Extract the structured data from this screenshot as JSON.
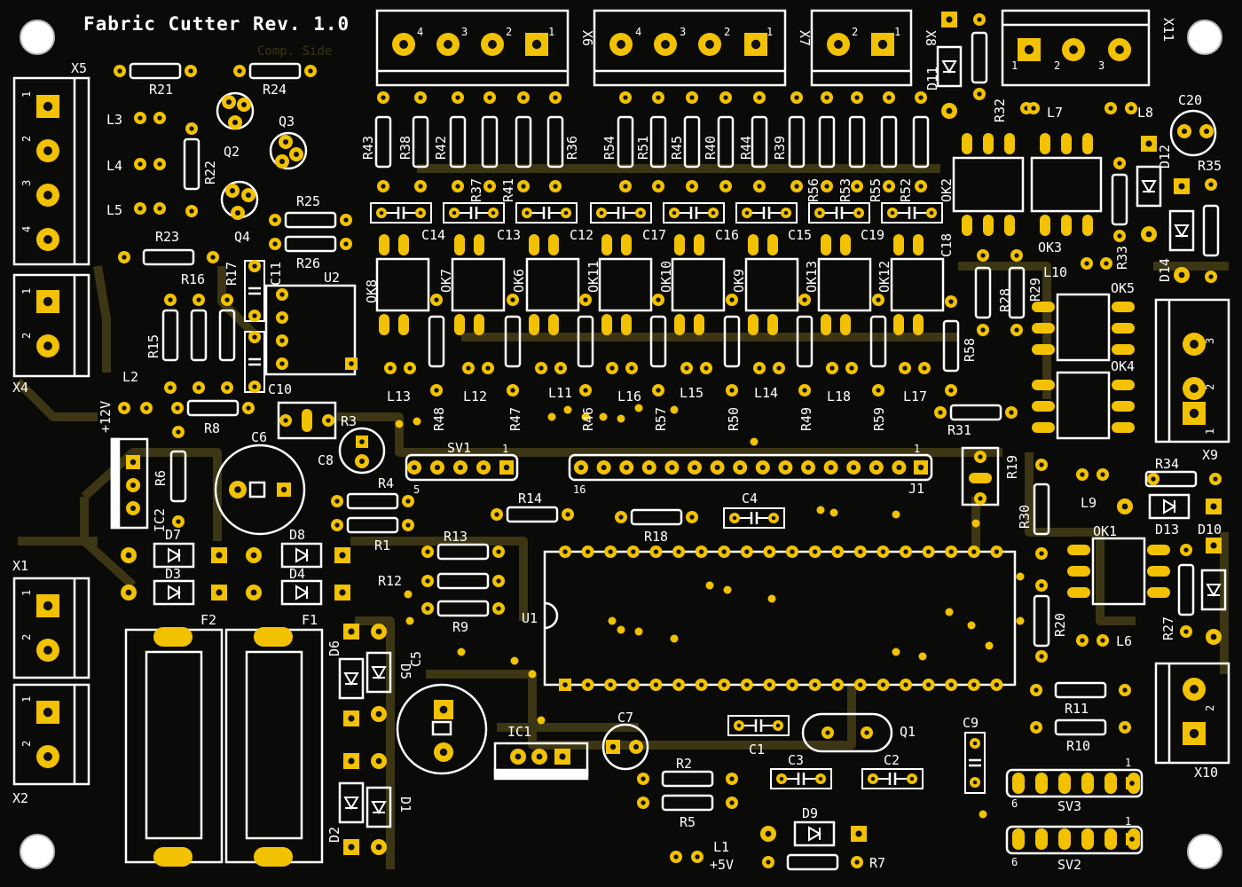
{
  "board": {
    "title": "Fabric Cutter Rev. 1.0",
    "subtitle": "Comp. Side",
    "colors": {
      "substrate": "#0a0a08",
      "copper": "#3c3614",
      "pad": "#f2c200",
      "silk": "#ffffff",
      "hole": "#111111"
    }
  },
  "labels": {
    "X1": "X1",
    "X2": "X2",
    "X4": "X4",
    "X5": "X5",
    "X6": "X6",
    "X7": "X7",
    "X8": "X8",
    "X9": "X9",
    "X10": "X10",
    "X11": "X11",
    "R1": "R1",
    "R2": "R2",
    "R3": "R3",
    "R4": "R4",
    "R5": "R5",
    "R6": "R6",
    "R7": "R7",
    "R8": "R8",
    "R9": "R9",
    "R10": "R10",
    "R11": "R11",
    "R12": "R12",
    "R13": "R13",
    "R14": "R14",
    "R15": "R15",
    "R16": "R16",
    "R17": "R17",
    "R18": "R18",
    "R19": "R19",
    "R20": "R20",
    "R21": "R21",
    "R22": "R22",
    "R23": "R23",
    "R24": "R24",
    "R25": "R25",
    "R26": "R26",
    "R27": "R27",
    "R28": "R28",
    "R29": "R29",
    "R30": "R30",
    "R31": "R31",
    "R32": "R32",
    "R33": "R33",
    "R34": "R34",
    "R35": "R35",
    "R36": "R36",
    "R37": "R37",
    "R38": "R38",
    "R39": "R39",
    "R40": "R40",
    "R41": "R41",
    "R42": "R42",
    "R43": "R43",
    "R44": "R44",
    "R45": "R45",
    "R46": "R46",
    "R47": "R47",
    "R48": "R48",
    "R49": "R49",
    "R50": "R50",
    "R51": "R51",
    "R52": "R52",
    "R53": "R53",
    "R54": "R54",
    "R55": "R55",
    "R56": "R56",
    "R57": "R57",
    "R58": "R58",
    "R59": "R59",
    "C1": "C1",
    "C2": "C2",
    "C3": "C3",
    "C4": "C4",
    "C5": "C5",
    "C6": "C6",
    "C7": "C7",
    "C8": "C8",
    "C9": "C9",
    "C10": "C10",
    "C11": "C11",
    "C12": "C12",
    "C13": "C13",
    "C14": "C14",
    "C15": "C15",
    "C16": "C16",
    "C17": "C17",
    "C18": "C18",
    "C19": "C19",
    "C20": "C20",
    "L1": "L1",
    "L2": "L2",
    "L3": "L3",
    "L4": "L4",
    "L5": "L5",
    "L6": "L6",
    "L7": "L7",
    "L8": "L8",
    "L9": "L9",
    "L10": "L10",
    "L11": "L11",
    "L12": "L12",
    "L13": "L13",
    "L14": "L14",
    "L15": "L15",
    "L16": "L16",
    "L17": "L17",
    "L18": "L18",
    "D1": "D1",
    "D2": "D2",
    "D3": "D3",
    "D4": "D4",
    "D5": "D5",
    "D6": "D6",
    "D7": "D7",
    "D8": "D8",
    "D9": "D9",
    "D10": "D10",
    "D11": "D11",
    "D12": "D12",
    "D13": "D13",
    "D14": "D14",
    "OK1": "OK1",
    "OK2": "OK2",
    "OK3": "OK3",
    "OK4": "OK4",
    "OK5": "OK5",
    "OK6": "OK6",
    "OK7": "OK7",
    "OK8": "OK8",
    "OK9": "OK9",
    "OK10": "OK10",
    "OK11": "OK11",
    "OK12": "OK12",
    "OK13": "OK13",
    "Q1": "Q1",
    "Q2": "Q2",
    "Q3": "Q3",
    "Q4": "Q4",
    "U1": "U1",
    "U2": "U2",
    "IC1": "IC1",
    "IC2": "IC2",
    "F1": "F1",
    "F2": "F2",
    "SV1": "SV1",
    "SV2": "SV2",
    "SV3": "SV3",
    "J1": "J1",
    "p12V": "+12V",
    "p5V": "+5V"
  },
  "pin_numbers": {
    "n1": "1",
    "n2": "2",
    "n3": "3",
    "n4": "4",
    "n5": "5",
    "n6": "6",
    "n16": "16"
  }
}
